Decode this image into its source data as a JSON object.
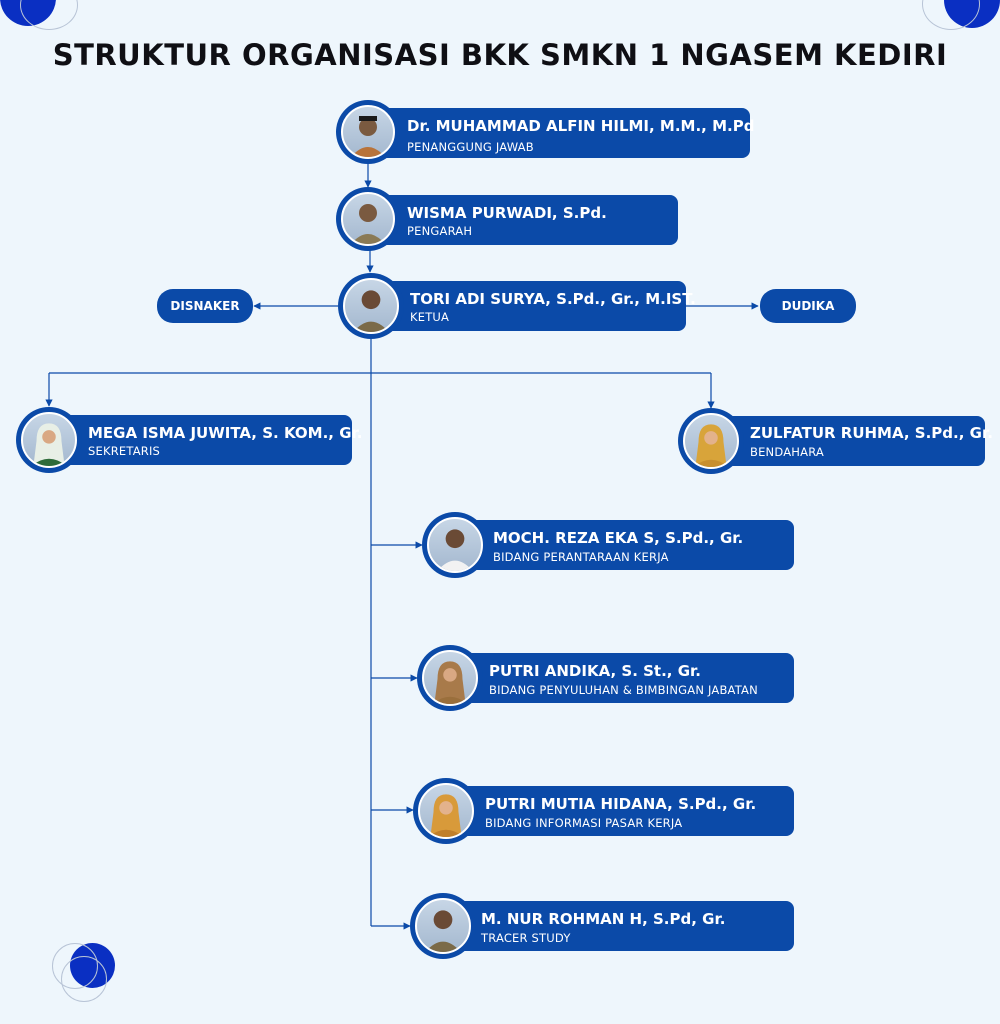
{
  "title": "STRUKTUR ORGANISASI BKK SMKN 1 NGASEM KEDIRI",
  "external": {
    "left": "DISNAKER",
    "right": "DUDIKA"
  },
  "people": [
    {
      "name": "Dr. MUHAMMAD ALFIN HILMI, M.M., M.Pd",
      "role": "PENANGGUNG JAWAB",
      "avatar": "person-cap-icon"
    },
    {
      "name": "WISMA PURWADI, S.Pd.",
      "role": "PENGARAH",
      "avatar": "person-icon"
    },
    {
      "name": "TORI ADI SURYA, S.Pd., Gr., M.IST.",
      "role": "KETUA",
      "avatar": "person-icon"
    },
    {
      "name": "MEGA ISMA JUWITA, S. KOM., Gr.",
      "role": "SEKRETARIS",
      "avatar": "person-hijab-icon"
    },
    {
      "name": "ZULFATUR RUHMA, S.Pd., Gr.",
      "role": "BENDAHARA",
      "avatar": "person-hijab-icon"
    },
    {
      "name": "MOCH. REZA EKA S, S.Pd., Gr.",
      "role": "BIDANG PERANTARAAN KERJA",
      "avatar": "person-icon"
    },
    {
      "name": "PUTRI ANDIKA, S. St., Gr.",
      "role": "BIDANG PENYULUHAN & BIMBINGAN JABATAN",
      "avatar": "person-hijab-icon"
    },
    {
      "name": "PUTRI MUTIA HIDANA, S.Pd., Gr.",
      "role": "BIDANG INFORMASI PASAR KERJA",
      "avatar": "person-hijab-icon"
    },
    {
      "name": "M. NUR ROHMAN H, S.Pd, Gr.",
      "role": "TRACER STUDY",
      "avatar": "person-icon"
    }
  ],
  "colors": {
    "primary": "#0b4aa8",
    "background": "#eef6fc",
    "line": "#0b4aa8"
  }
}
